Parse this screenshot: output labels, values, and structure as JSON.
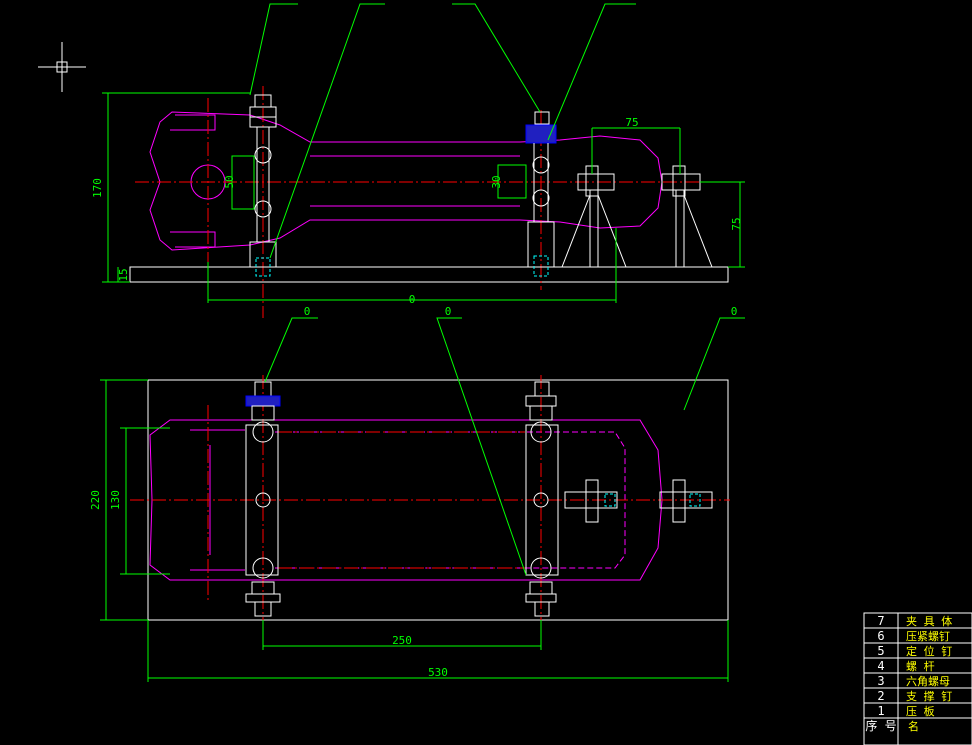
{
  "dimensions": {
    "top_view": {
      "width_top": "75",
      "height_left": "170",
      "base_h": "15",
      "inner_50": "50",
      "inner_30": "30",
      "right_75": "75",
      "bottom": "0"
    },
    "bottom_view": {
      "height_left": "220",
      "inner_130": "130",
      "span_250": "250",
      "total_530": "530"
    }
  },
  "leaders": {
    "label_a": "0",
    "label_b": "0",
    "label_c": "0"
  },
  "parts_list": {
    "rows": [
      {
        "no": "7",
        "name": "夹 具 体"
      },
      {
        "no": "6",
        "name": "压紧螺钉"
      },
      {
        "no": "5",
        "name": "定 位 钉"
      },
      {
        "no": "4",
        "name": "螺    杆"
      },
      {
        "no": "3",
        "name": "六角螺母"
      },
      {
        "no": "2",
        "name": "支 撑 钉"
      },
      {
        "no": "1",
        "name": "压    板"
      }
    ],
    "header": {
      "no": "序 号",
      "name": "名"
    }
  },
  "colors": {
    "outline": "#ffffff",
    "part": "#ff00ff",
    "center": "#ff0000",
    "dimension": "#00ff00",
    "hidden": "#00ffff",
    "bolt": "#0000ff"
  }
}
